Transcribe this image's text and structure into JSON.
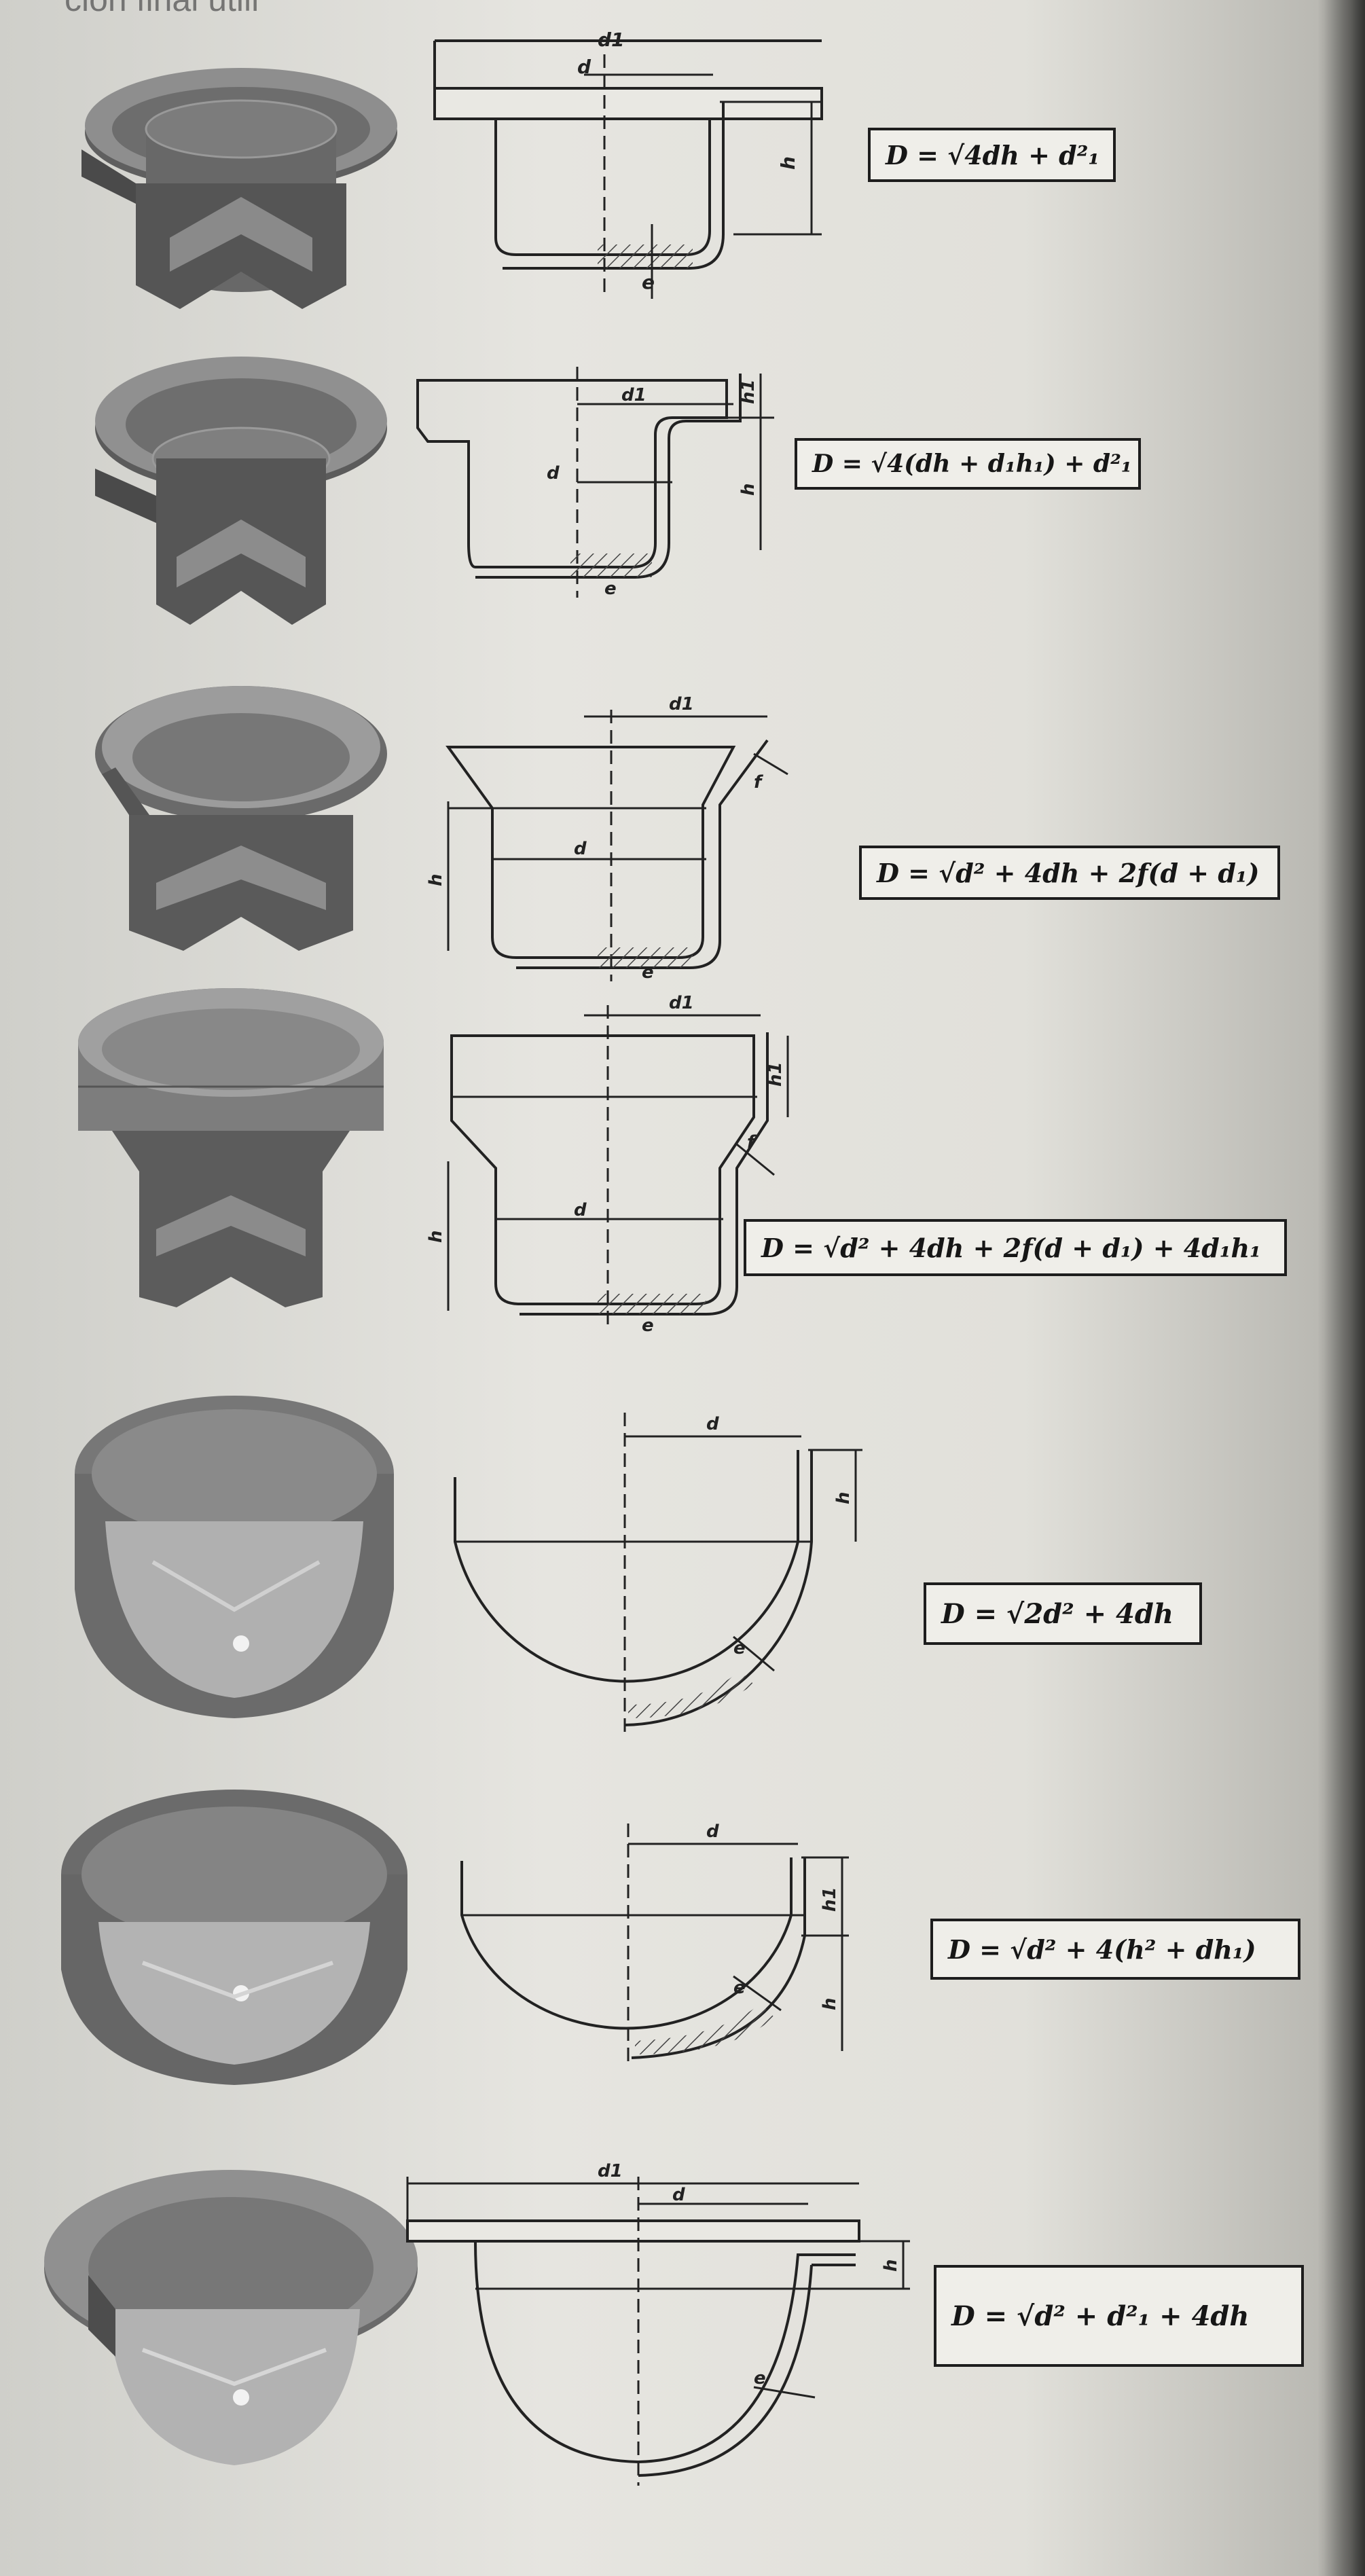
{
  "header": {
    "text": "ción final utili"
  },
  "rows": [
    {
      "id": "r1",
      "formula": "D = √4dh + d²₁",
      "labels": {
        "d1": "d1",
        "d": "d",
        "h": "h",
        "e": "e"
      }
    },
    {
      "id": "r2",
      "formula": "D = √4(dh + d₁h₁) + d²₁",
      "labels": {
        "d1": "d1",
        "d": "d",
        "h": "h",
        "h1": "h1",
        "e": "e"
      }
    },
    {
      "id": "r3",
      "formula": "D = √d² + 4dh + 2f(d + d₁)",
      "labels": {
        "d1": "d1",
        "d": "d",
        "h": "h",
        "f": "f",
        "e": "e"
      }
    },
    {
      "id": "r4",
      "formula": "D = √d² + 4dh + 2f(d + d₁) + 4d₁h₁",
      "labels": {
        "d1": "d1",
        "d": "d",
        "h": "h",
        "h1": "h1",
        "f": "f",
        "e": "e"
      }
    },
    {
      "id": "r5",
      "formula": "D = √2d² + 4dh",
      "labels": {
        "d": "d",
        "h": "h",
        "e": "e"
      }
    },
    {
      "id": "r6",
      "formula": "D = √d² + 4(h² + dh₁)",
      "labels": {
        "d": "d",
        "h": "h",
        "h1": "h1",
        "e": "e"
      }
    },
    {
      "id": "r7",
      "formula": "D = √d² + d²₁ + 4dh",
      "labels": {
        "d1": "d1",
        "d": "d",
        "h": "h",
        "e": "e"
      }
    }
  ]
}
